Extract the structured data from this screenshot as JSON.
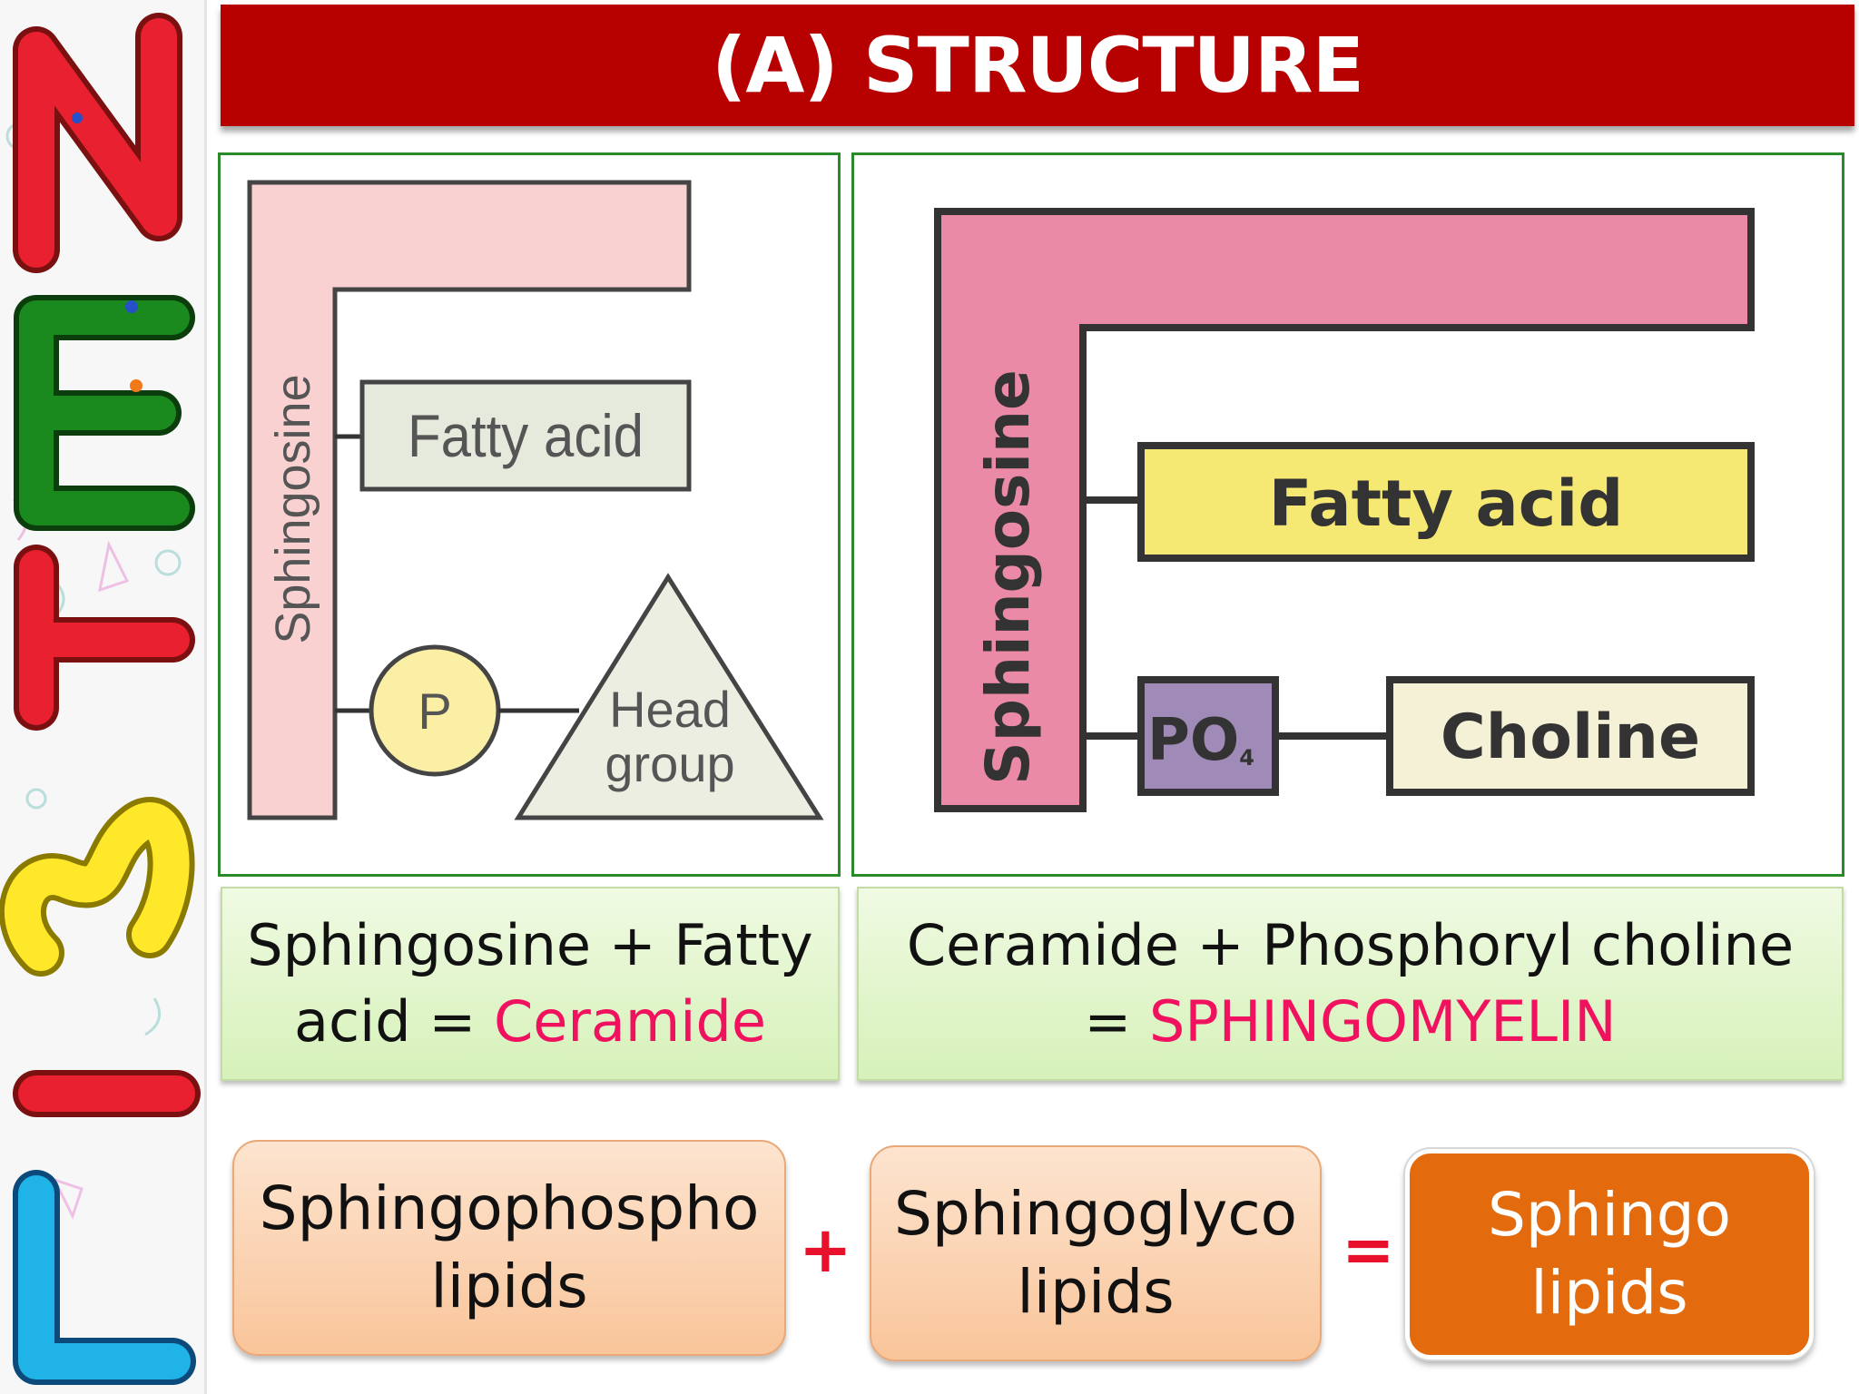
{
  "title": "(A) STRUCTURE",
  "sidebar": {
    "letters": [
      "L",
      "I",
      "S",
      "T",
      "E",
      "N"
    ]
  },
  "diagram_left": {
    "backbone_label": "Sphingosine",
    "fatty_acid_label": "Fatty acid",
    "phosphate_label": "P",
    "head_group_line1": "Head",
    "head_group_line2": "group"
  },
  "diagram_right": {
    "backbone_label": "Sphingosine",
    "fatty_acid_label": "Fatty acid",
    "phosphate_label": "PO",
    "phosphate_subscript": "4",
    "choline_label": "Choline"
  },
  "caption_left": {
    "line1": "Sphingosine + Fatty",
    "line2_prefix": "acid = ",
    "highlight": "Ceramide"
  },
  "caption_right": {
    "line1": "Ceramide + Phosphoryl choline",
    "line2_prefix": "= ",
    "highlight": "SPHINGOMYELIN"
  },
  "equation": {
    "term1_line1": "Sphingophospho",
    "term1_line2": "lipids",
    "plus": "+",
    "term2_line1": "Sphingoglyco",
    "term2_line2": "lipids",
    "equals": "=",
    "result_line1": "Sphingo",
    "result_line2": "lipids"
  },
  "colors": {
    "title_bar": "#b70000",
    "panel_border": "#2a8a2a",
    "highlight": "#f0115f",
    "result_fill": "#e36b0e",
    "operator": "#e8112b"
  }
}
